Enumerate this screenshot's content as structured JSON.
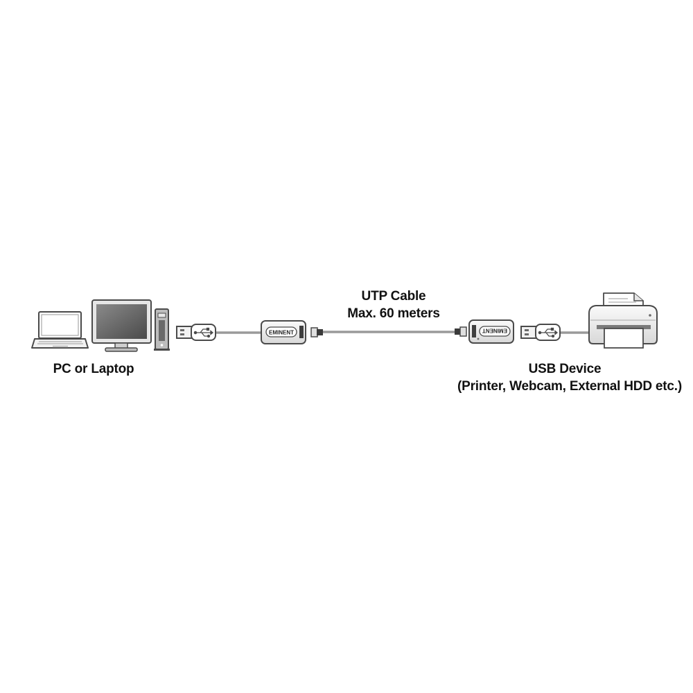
{
  "labels": {
    "pc": "PC or Laptop",
    "utp_line1": "UTP Cable",
    "utp_line2": "Max. 60 meters",
    "usb_line1": "USB Device",
    "usb_line2": "(Printer, Webcam, External HDD etc.)"
  },
  "devices": {
    "extender_brand": "EMINENT"
  },
  "icons": {
    "laptop": "laptop-icon",
    "monitor": "monitor-icon",
    "tower": "desktop-tower-icon",
    "usb_plug": "usb-plug-icon",
    "usb_symbol": "usb-symbol-icon",
    "extender": "usb-extender-icon",
    "rj45": "rj45-plug-icon",
    "printer": "printer-icon"
  },
  "colors": {
    "outline": "#4a4a4a",
    "cable": "#9a9a9a",
    "fill_light": "#f2f2f2",
    "fill_mid": "#d6d6d6",
    "screen_dark": "#555555"
  }
}
